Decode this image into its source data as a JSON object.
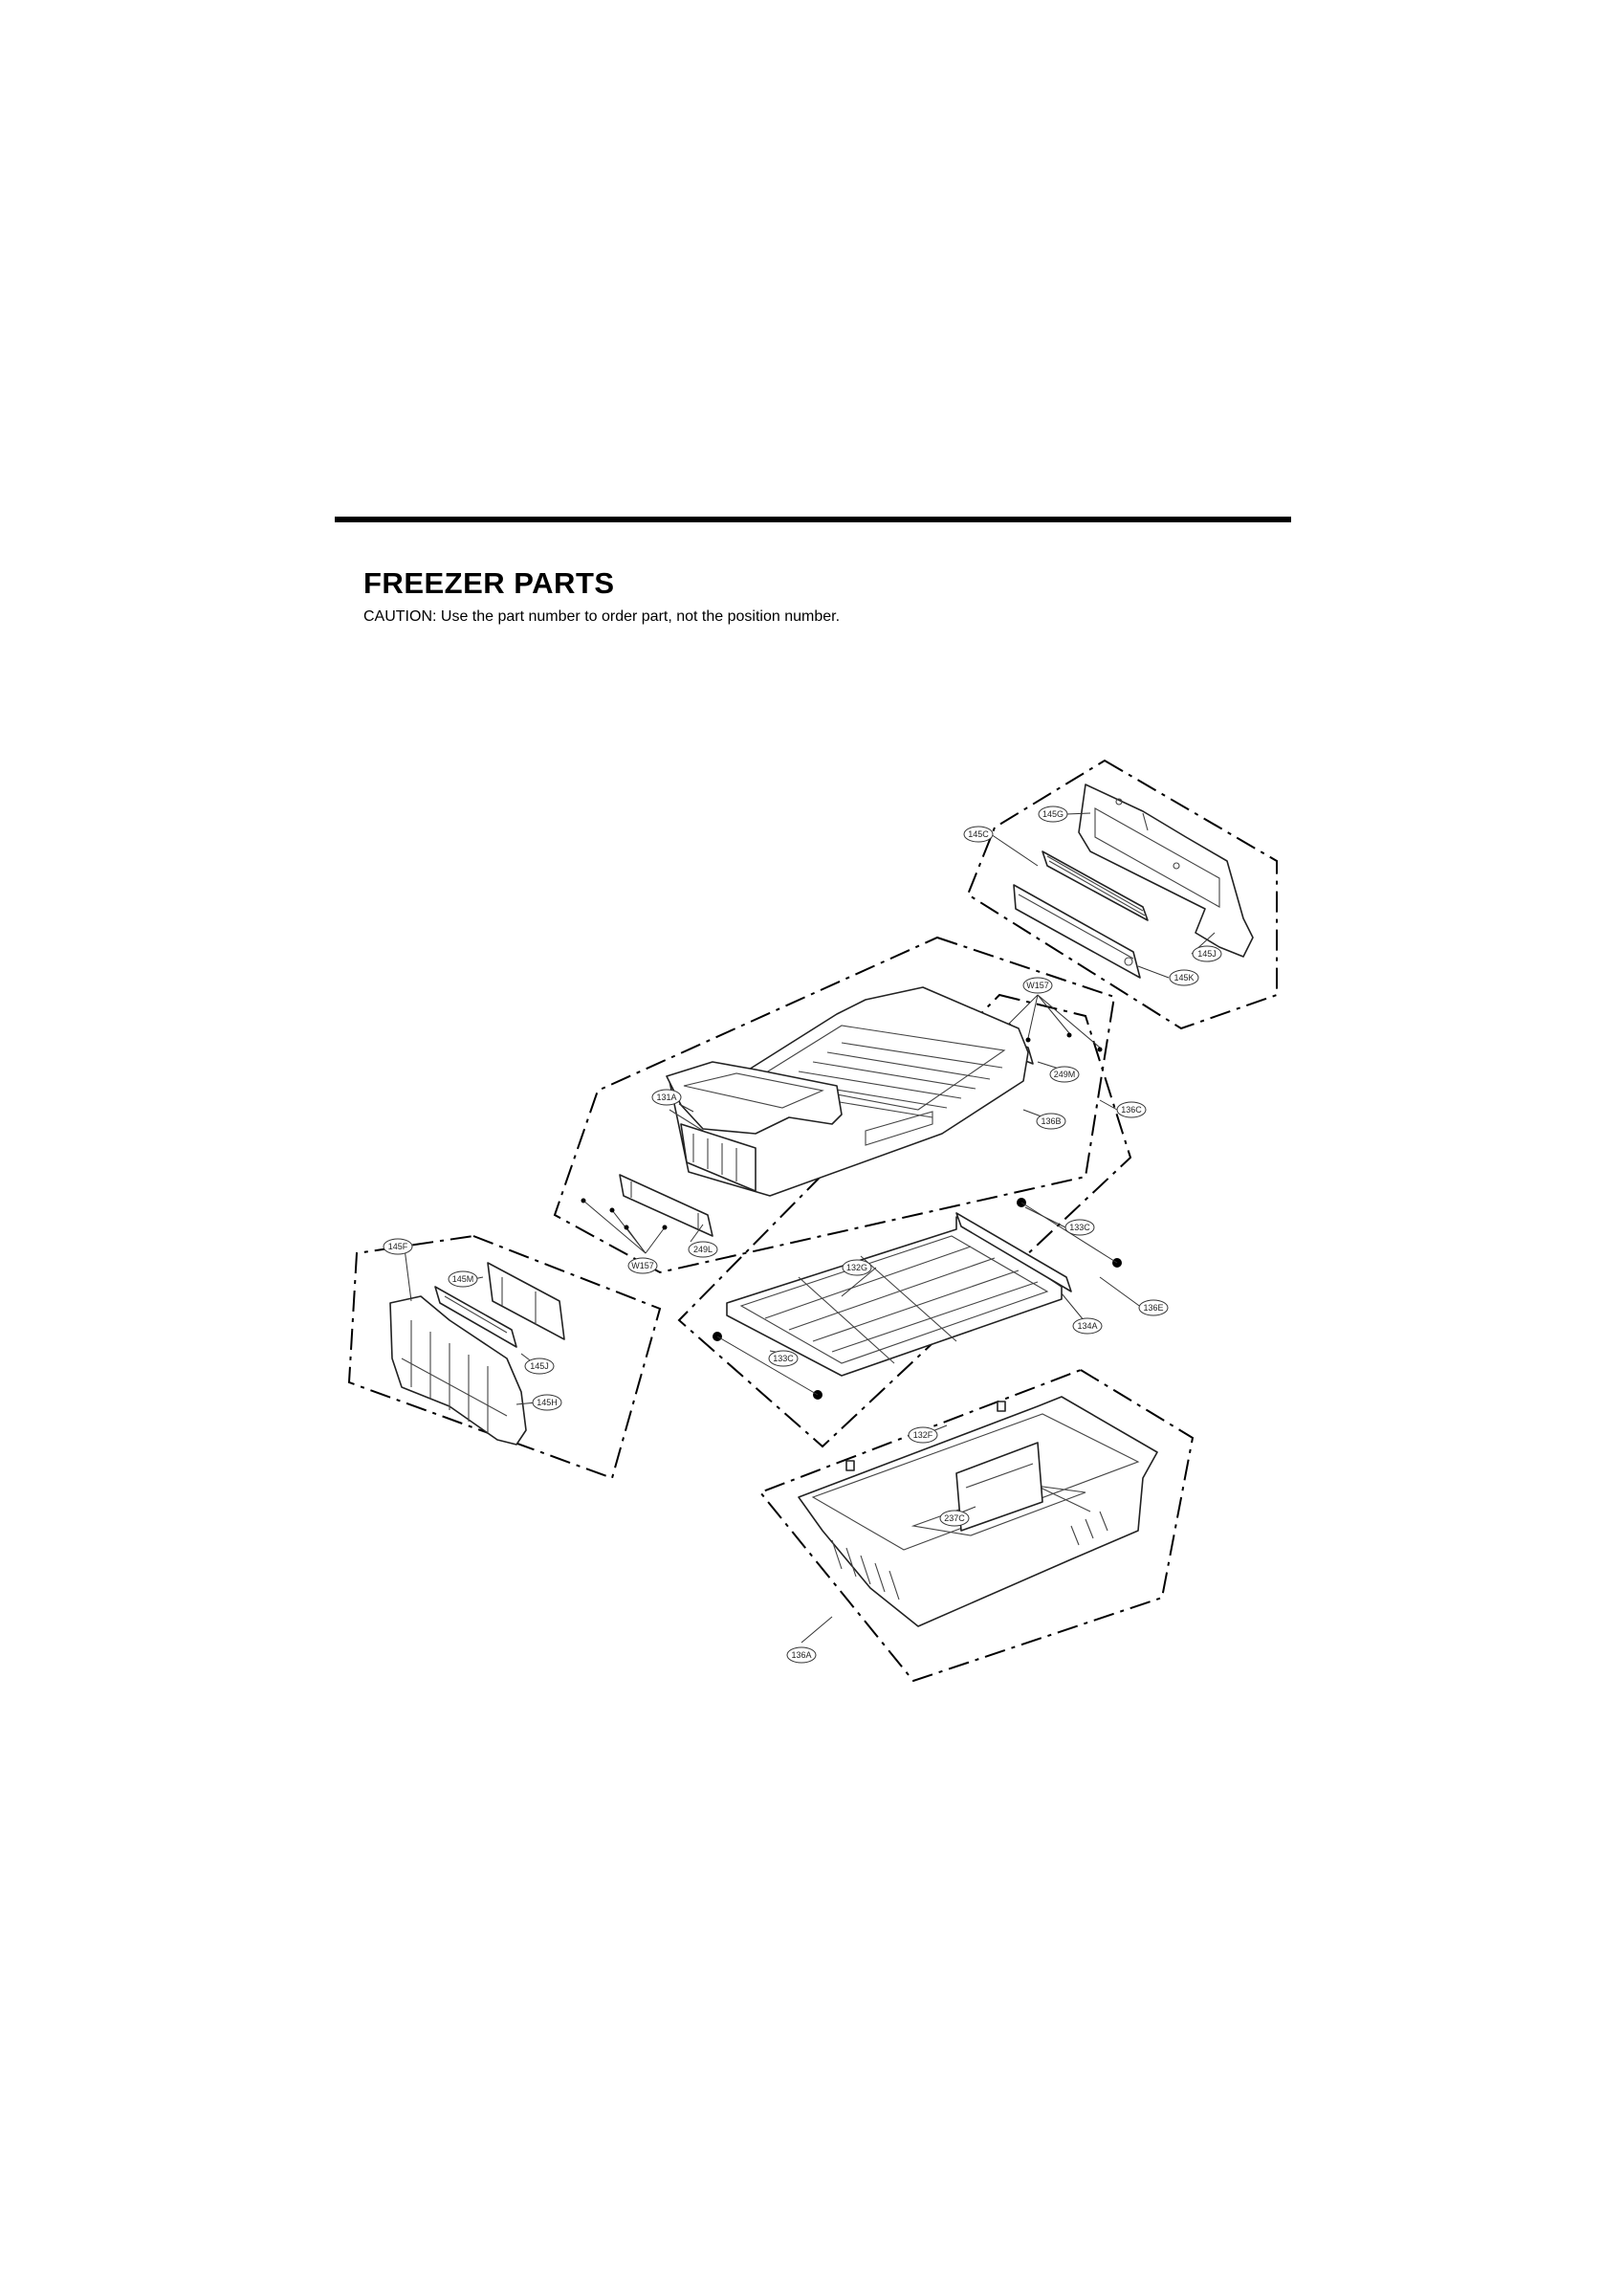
{
  "header": {
    "title": "FREEZER PARTS",
    "caution": "CAUTION: Use the part number to order part, not the position number."
  },
  "callouts": {
    "c145C": "145C",
    "c145G": "145G",
    "c145J_top": "145J",
    "c145K": "145K",
    "cW157_top": "W157",
    "c131A": "131A",
    "c249M": "249M",
    "c136C": "136C",
    "c136B": "136B",
    "c249L": "249L",
    "cW157_left": "W157",
    "c145F": "145F",
    "c145M": "145M",
    "c145J_left": "145J",
    "c145H": "145H",
    "c133C_right": "133C",
    "c132G": "132G",
    "c136E": "136E",
    "c134A": "134A",
    "c133C_left": "133C",
    "c132F": "132F",
    "c237C": "237C",
    "c136A": "136A"
  }
}
